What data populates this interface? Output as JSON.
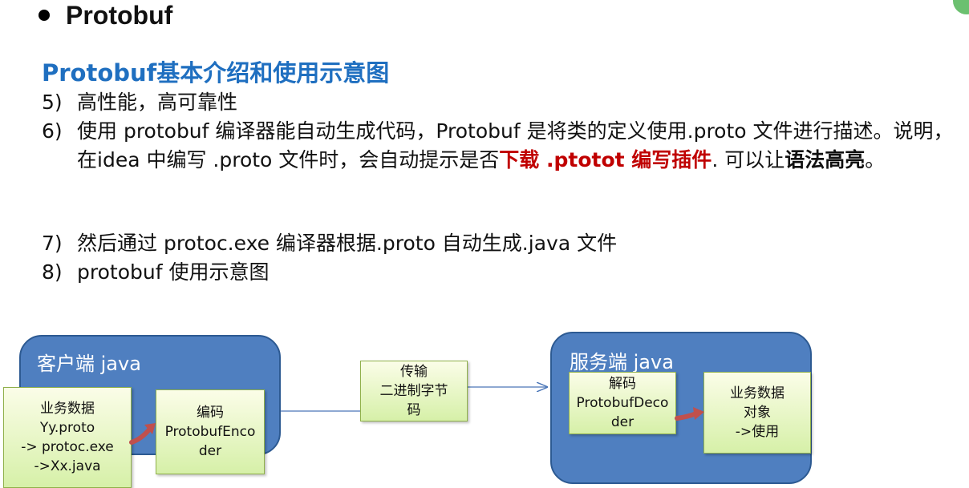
{
  "heading": "Protobuf",
  "subtitle": "Protobuf基本介绍和使用示意图",
  "items": [
    {
      "num": "5)",
      "text": "高性能，高可靠性"
    },
    {
      "num": "6)",
      "text_a": "使用 protobuf 编译器能自动生成代码，Protobuf 是将类的定义使用.proto 文件进行描述。说明，在idea 中编写 .proto 文件时，会自动提示是否",
      "text_red": "下载 .ptotot 编写插件",
      "text_b": ". 可以让",
      "text_bold": "语法高亮",
      "text_c": "。"
    },
    {
      "num": "7)",
      "text": "然后通过 protoc.exe 编译器根据.proto 自动生成.java 文件"
    },
    {
      "num": "8)",
      "text": "protobuf 使用示意图"
    }
  ],
  "diagram": {
    "client": {
      "title": "客户端 java",
      "data_box": [
        "业务数据",
        "Yy.proto",
        "-> protoc.exe",
        "->Xx.java"
      ],
      "encoder_box": [
        "编码",
        "ProtobufEnco",
        "der"
      ]
    },
    "transfer_box": [
      "传输",
      "二进制字节",
      "码"
    ],
    "server": {
      "title": "服务端 java",
      "decoder_box": [
        "解码",
        "ProtobufDeco",
        "der"
      ],
      "object_box": [
        "业务数据",
        "对象",
        "->使用"
      ]
    }
  },
  "colors": {
    "subtitle": "#1f6fc0",
    "red_text": "#c00000",
    "panel": "#4f7fc0",
    "arrow_red": "#c0504d",
    "box_green": "#d6f0a8",
    "line_blue": "#4a76b8"
  }
}
